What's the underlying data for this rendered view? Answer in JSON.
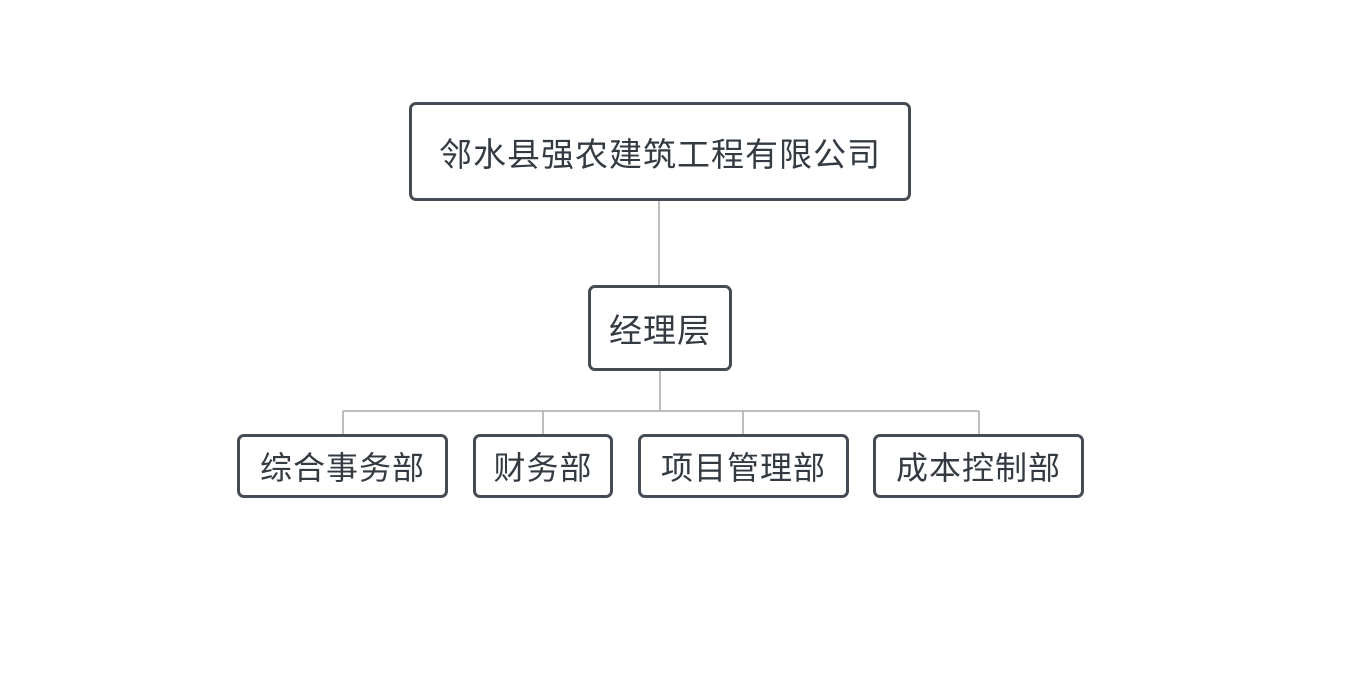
{
  "org_chart": {
    "root": {
      "label": "邻水县强农建筑工程有限公司"
    },
    "management": {
      "label": "经理层"
    },
    "departments": [
      {
        "label": "综合事务部"
      },
      {
        "label": "财务部"
      },
      {
        "label": "项目管理部"
      },
      {
        "label": "成本控制部"
      }
    ]
  },
  "colors": {
    "node_border": "#454b54",
    "node_text": "#333a42",
    "connector": "#a8a8a8",
    "background": "#ffffff"
  }
}
